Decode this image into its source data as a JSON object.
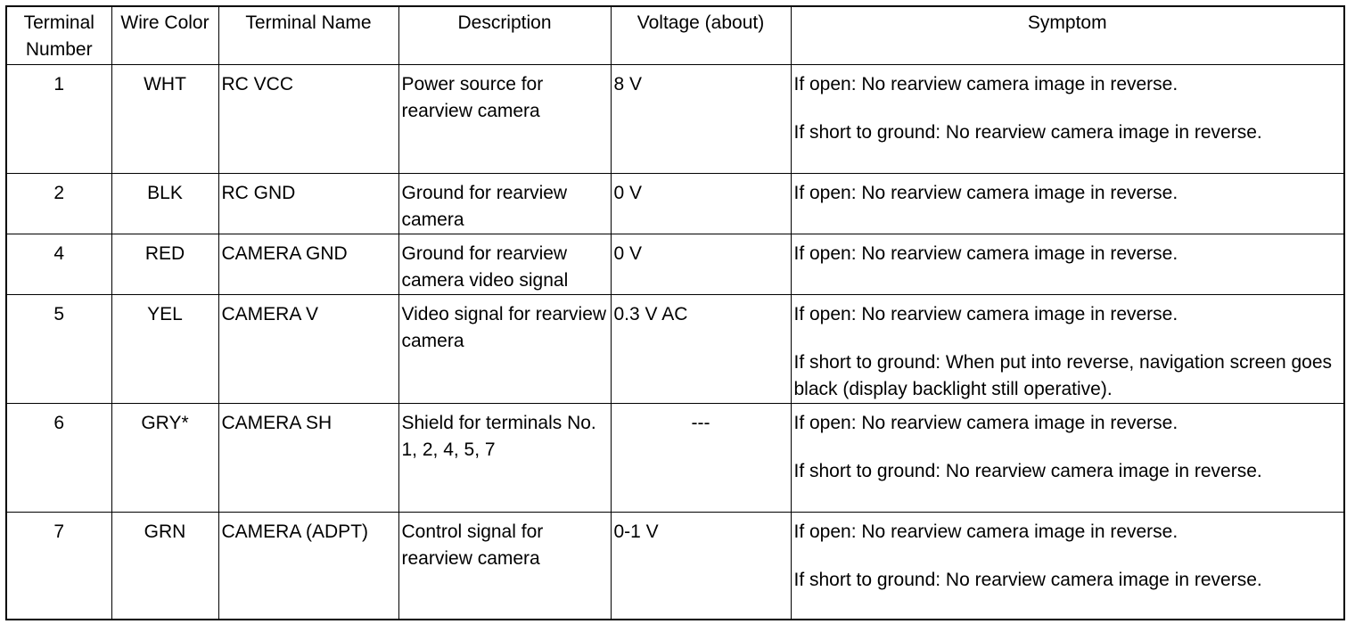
{
  "table": {
    "headers": {
      "terminal_number": "Terminal Number",
      "wire_color": "Wire Color",
      "terminal_name": "Terminal Name",
      "description": "Description",
      "voltage": "Voltage (about)",
      "symptom": "Symptom"
    },
    "rows": [
      {
        "number": "1",
        "color": "WHT",
        "name": "RC VCC",
        "description": "Power source for rearview camera",
        "voltage": "8 V",
        "symptoms": [
          "If open: No rearview camera image in reverse.",
          "If short to ground: No rearview camera image in reverse."
        ]
      },
      {
        "number": "2",
        "color": "BLK",
        "name": "RC GND",
        "description": "Ground for rearview camera",
        "voltage": "0 V",
        "symptoms": [
          "If open: No rearview camera image in reverse."
        ]
      },
      {
        "number": "4",
        "color": "RED",
        "name": "CAMERA GND",
        "description": "Ground for rearview camera video signal",
        "voltage": "0 V",
        "symptoms": [
          "If open: No rearview camera image in reverse."
        ]
      },
      {
        "number": "5",
        "color": "YEL",
        "name": "CAMERA V",
        "description": "Video signal for rearview camera",
        "voltage": "0.3 V AC",
        "symptoms": [
          "If open: No rearview camera image in reverse.",
          "If short to ground: When put into reverse, navigation screen goes black (display backlight still operative)."
        ]
      },
      {
        "number": "6",
        "color": "GRY*",
        "name": "CAMERA SH",
        "description": "Shield for terminals No. 1, 2, 4, 5, 7",
        "voltage": "---",
        "symptoms": [
          "If open: No rearview camera image in reverse.",
          "If short to ground: No rearview camera image in reverse."
        ]
      },
      {
        "number": "7",
        "color": "GRN",
        "name": "CAMERA (ADPT)",
        "description": "Control signal for rearview camera",
        "voltage": "0-1 V",
        "symptoms": [
          "If open: No rearview camera image in reverse.",
          "If short to ground: No rearview camera image in reverse."
        ]
      }
    ]
  }
}
